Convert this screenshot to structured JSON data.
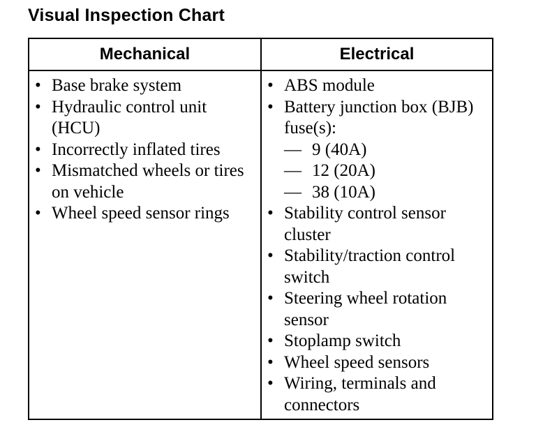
{
  "title": "Visual Inspection Chart",
  "columns": {
    "mechanical": {
      "header": "Mechanical",
      "items": [
        "Base brake system",
        "Hydraulic control unit (HCU)",
        "Incorrectly inflated tires",
        "Mismatched wheels or tires on vehicle",
        "Wheel speed sensor rings"
      ]
    },
    "electrical": {
      "header": "Electrical",
      "items": [
        "ABS module",
        "Battery junction box (BJB) fuse(s):",
        "Stability control sensor cluster",
        "Stability/traction control switch",
        "Steering wheel rotation sensor",
        "Stoplamp switch",
        "Wheel speed sensors",
        "Wiring, terminals and connectors"
      ],
      "fuses": [
        "9 (40A)",
        "12 (20A)",
        "38 (10A)"
      ]
    }
  },
  "glyphs": {
    "bullet": "•",
    "dash": "—"
  }
}
